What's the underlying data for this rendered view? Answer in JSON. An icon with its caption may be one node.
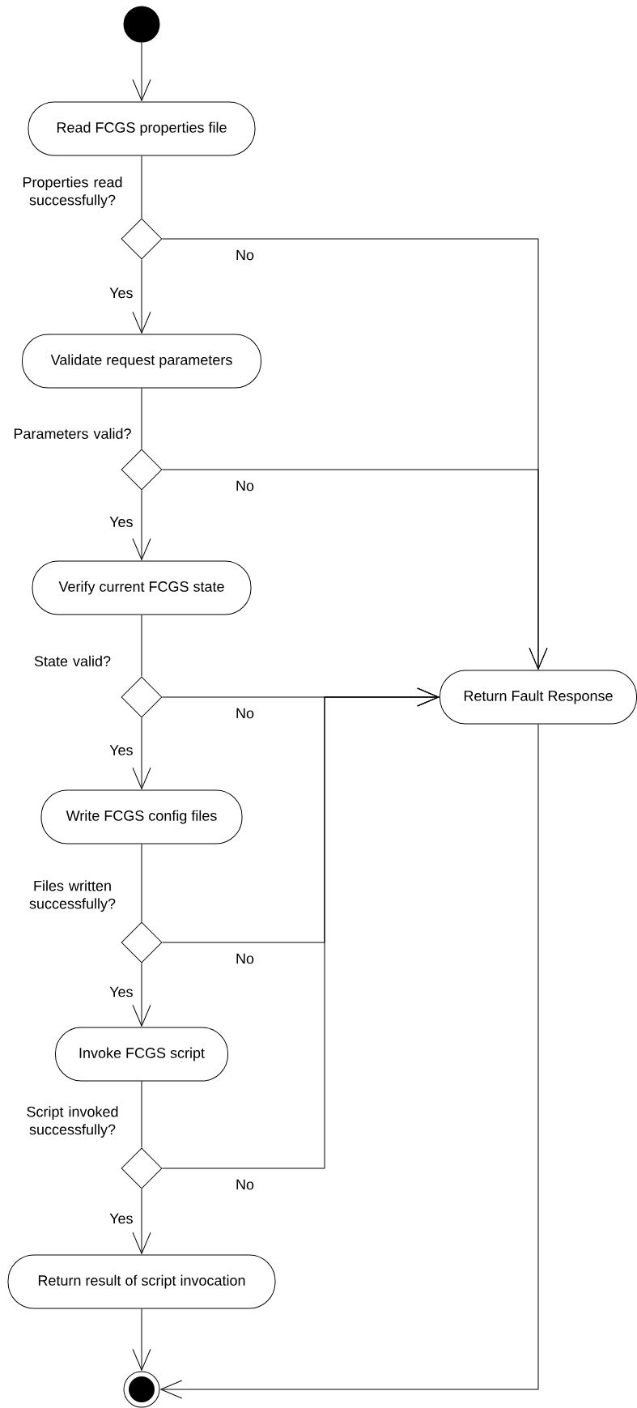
{
  "diagram": {
    "nodes": [
      {
        "text": [],
        "shape": "circle"
      },
      {
        "text": [
          "Read FCGS properties file"
        ]
      },
      {
        "text": [],
        "shape": "diamond",
        "beside": [
          "Properties read successfully?"
        ]
      },
      {
        "text": [
          "Validate request parameters"
        ]
      },
      {
        "text": [],
        "shape": "diamond",
        "beside": [
          "Parameters valid?"
        ]
      },
      {
        "text": [
          "Verify current FCGS state"
        ]
      },
      {
        "text": [],
        "shape": "diamond",
        "beside": [
          "State valid?"
        ]
      },
      {
        "text": [
          "Write FCGS config files"
        ]
      },
      {
        "text": [],
        "shape": "diamond",
        "beside": [
          "Files written successfully?"
        ]
      },
      {
        "text": [
          "Invoke FCGS script"
        ]
      },
      {
        "text": [],
        "shape": "diamond",
        "beside": [
          "Script invoked successfully?"
        ]
      },
      {
        "text": [
          "Return result of script invocation"
        ]
      },
      {
        "text": [],
        "shape": "bullseye"
      },
      {
        "text": [
          "Return Fault Response"
        ]
      }
    ],
    "edges": [
      {
        "from": 0,
        "to": 1,
        "arrow": "to"
      },
      {
        "from": 1,
        "to": 2,
        "arrow": "none"
      },
      {
        "from": 2,
        "to": 3,
        "arrow": "to",
        "label": "Yes"
      },
      {
        "from": 2,
        "to": 13,
        "arrow": "to",
        "label": "No"
      },
      {
        "from": 3,
        "to": 4,
        "arrow": "none"
      },
      {
        "from": 4,
        "to": 5,
        "arrow": "to",
        "label": "Yes"
      },
      {
        "from": 4,
        "to": 13,
        "arrow": "to",
        "label": "No"
      },
      {
        "from": 5,
        "to": 6,
        "arrow": "none"
      },
      {
        "from": 6,
        "to": 7,
        "arrow": "to",
        "label": "Yes"
      },
      {
        "from": 6,
        "to": 13,
        "arrow": "to",
        "label": "No"
      },
      {
        "from": 7,
        "to": 8,
        "arrow": "none"
      },
      {
        "from": 8,
        "to": 9,
        "arrow": "to",
        "label": "Yes"
      },
      {
        "from": 8,
        "to": 13,
        "arrow": "to",
        "label": "No"
      },
      {
        "from": 9,
        "to": 10,
        "arrow": "none"
      },
      {
        "from": 10,
        "to": 11,
        "arrow": "to",
        "label": "Yes"
      },
      {
        "from": 10,
        "to": 13,
        "arrow": "to",
        "label": "No"
      },
      {
        "from": 11,
        "to": 12,
        "arrow": "to"
      },
      {
        "from": 13,
        "to": 12,
        "arrow": "to"
      }
    ]
  }
}
